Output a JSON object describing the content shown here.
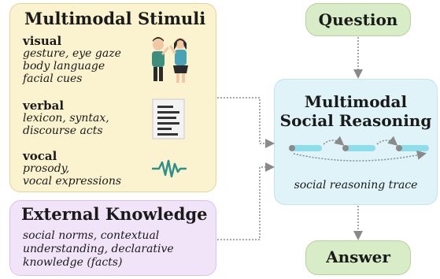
{
  "stimuli": {
    "title": "Multimodal Stimuli",
    "visual": {
      "head": "visual",
      "lines": [
        "gesture, eye gaze",
        "body language",
        "facial cues"
      ]
    },
    "verbal": {
      "head": "verbal",
      "lines": [
        "lexicon, syntax,",
        "discourse acts"
      ]
    },
    "vocal": {
      "head": "vocal",
      "lines": [
        "prosody,",
        "vocal expressions"
      ]
    }
  },
  "knowledge": {
    "title": "External Knowledge",
    "lines": [
      "social norms, contextual",
      "understanding, declarative",
      "knowledge (facts)"
    ]
  },
  "question": {
    "label": "Question"
  },
  "reasoning": {
    "title_line1": "Multimodal",
    "title_line2": "Social Reasoning",
    "caption": "social reasoning trace"
  },
  "answer": {
    "label": "Answer"
  },
  "colors": {
    "trace_bar": "#8fdcea",
    "trace_node": "#8a8a8a",
    "waveform": "#2f8f8a",
    "arrow": "#8a8a8a"
  },
  "icons": {
    "visual": "people-gesturing-icon",
    "verbal": "document-icon",
    "vocal": "waveform-icon"
  }
}
